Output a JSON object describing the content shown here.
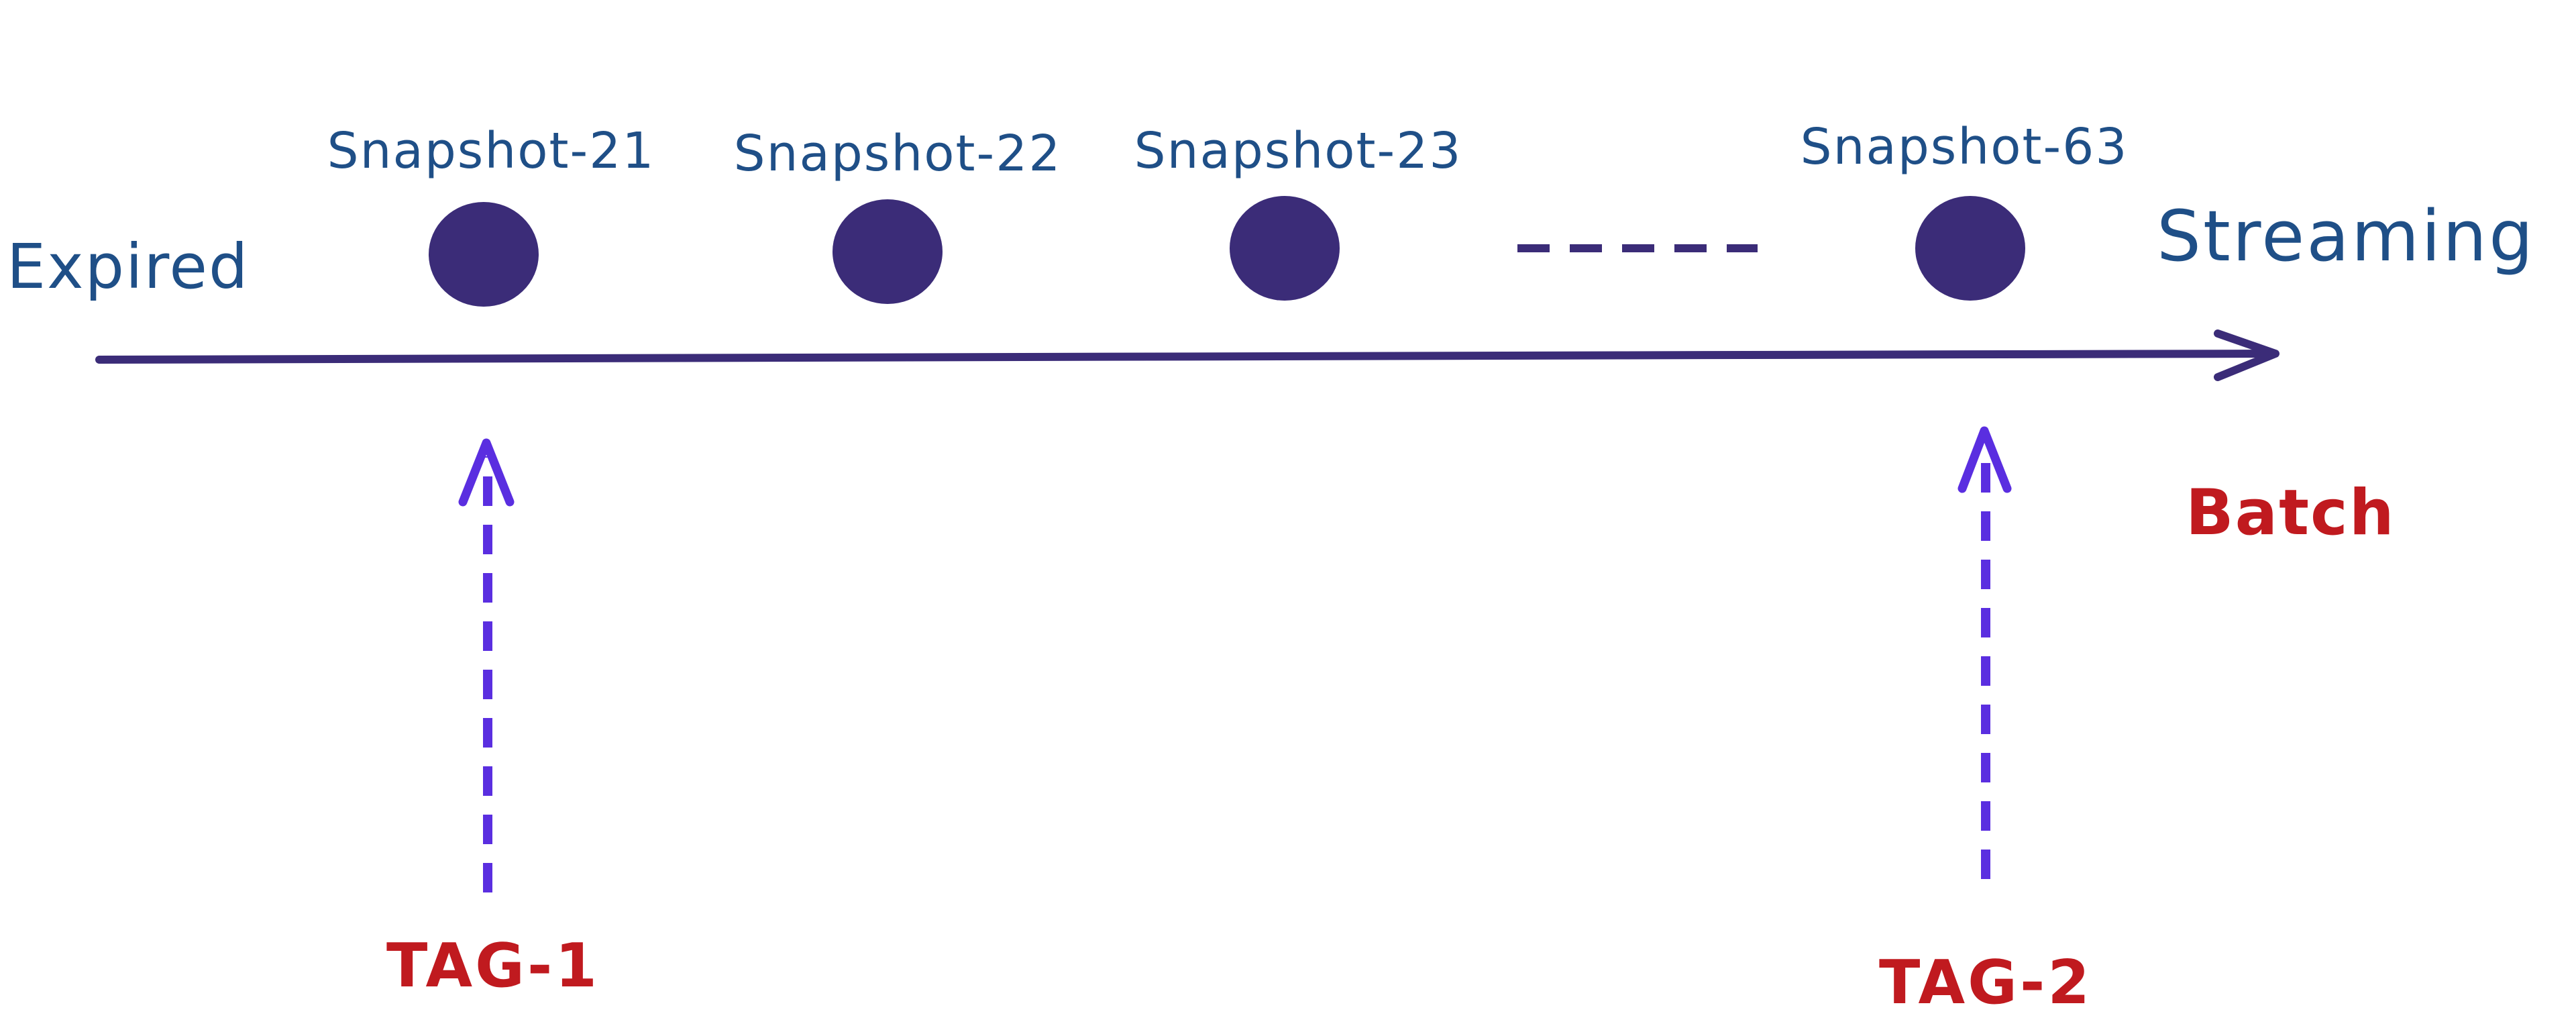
{
  "labels": {
    "left": "Expired",
    "right": "Streaming",
    "batch": "Batch"
  },
  "snapshots": [
    {
      "label": "Snapshot-21"
    },
    {
      "label": "Snapshot-22"
    },
    {
      "label": "Snapshot-23"
    },
    {
      "label": "Snapshot-63"
    }
  ],
  "tags": [
    {
      "label": "TAG-1",
      "points_to": "Snapshot-21"
    },
    {
      "label": "TAG-2",
      "points_to": "Snapshot-63"
    }
  ],
  "colors": {
    "timeline": "#3b2c78",
    "snapshot_dot": "#3b2c78",
    "snapshot_text": "#1f4f87",
    "side_text": "#1f4f87",
    "tag_text": "#c01a1f",
    "tag_arrow": "#5a2ee0",
    "batch_text": "#c01a1f"
  }
}
